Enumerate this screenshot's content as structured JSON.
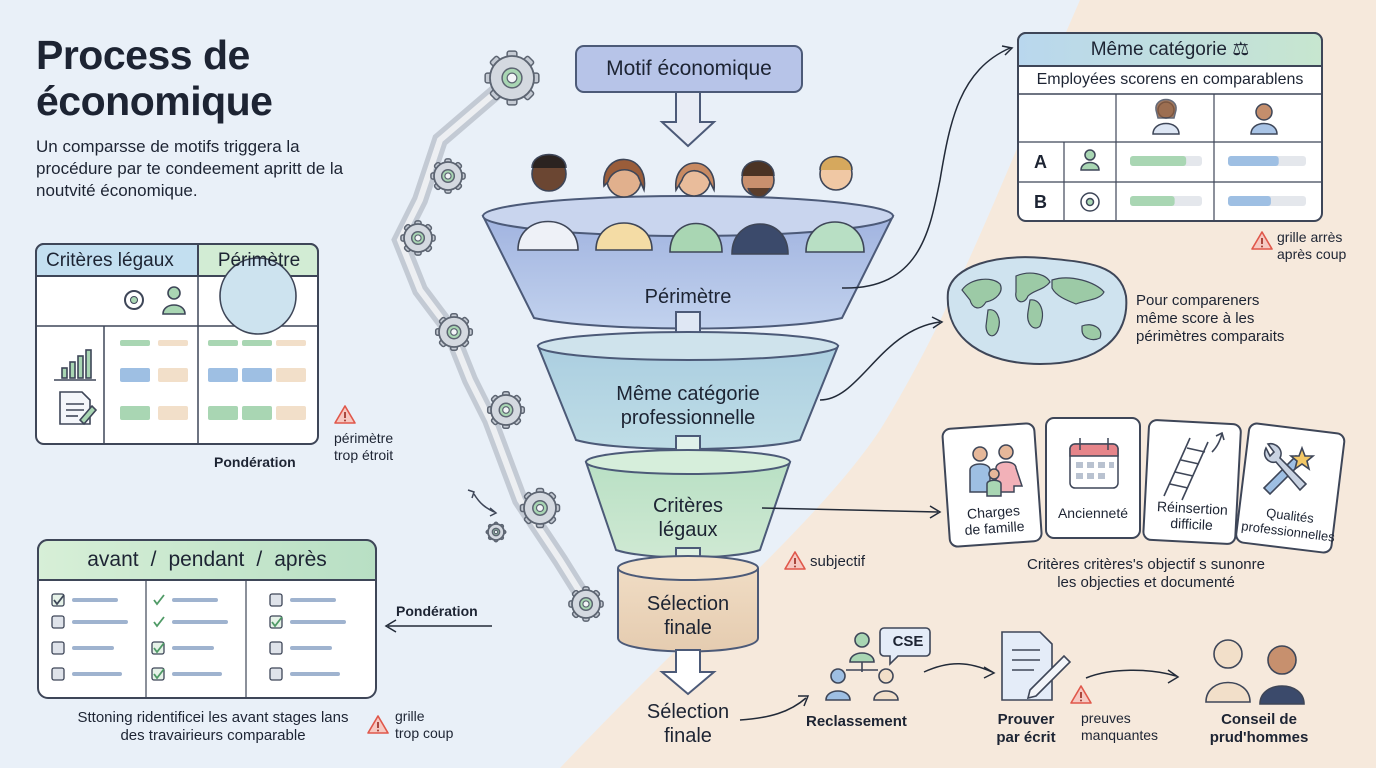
{
  "title": "Process de\néconomique",
  "subtitle": "Un comparsse de motifs triggera la procédure par te condeement apritt de la noutvité économique.",
  "funnel": {
    "top_box": "Motif économique",
    "stages": [
      "Périmètre",
      "Même catégorie\nprofessionnelle",
      "Critères\nlégaux",
      "Sélection\nfinale"
    ],
    "bottom": "Sélection\nfinale"
  },
  "left_card": {
    "col1": "Critères légaux",
    "col2": "Périmètre",
    "footer": "Pondération",
    "warning": "périmètre\ntrop étroit"
  },
  "timeline_card": {
    "headers": [
      "avant",
      "/",
      "pendant",
      "/",
      "après"
    ],
    "arrow_label": "Pondération",
    "caption": "Sttoning ridentificei les avant stages lans\ndes travairieurs comparable",
    "warning": "grille\ntrop coup"
  },
  "compare_card": {
    "title": "Même catégorie",
    "subtitle": "Employées scorens en comparablens",
    "rows": [
      "A",
      "B"
    ],
    "warning": "grille arrès\naprès coup",
    "bars": [
      {
        "row": "A",
        "green": 0.78,
        "blue": 0.65
      },
      {
        "row": "B",
        "green": 0.62,
        "blue": 0.55
      }
    ]
  },
  "map_note": "Pour compareners\nmême score à les\npérimètres comparaits",
  "criteria": {
    "cards": [
      "Charges\nde famille",
      "Ancienneté",
      "Réinsertion\ndifficile",
      "Qualités\nprofessionnelles"
    ],
    "caption": "Critères critères's objectif s sunonre\nles objecties et documenté",
    "warning": "subjectif"
  },
  "bottom_flow": {
    "reclassement": "Reclassement",
    "cse": "CSE",
    "prouver": "Prouver\npar écrit",
    "warning": "preuves\nmanquantes",
    "conseil": "Conseil de\nprud'hommes"
  },
  "colors": {
    "bg_left": "#e9f0f8",
    "bg_right": "#f6e9dc",
    "funnel_blue": "#9fb3dc",
    "funnel_teal": "#a7cfd9",
    "funnel_green": "#b4dcc0",
    "cylinder": "#ecd6bd",
    "green_bar": "#a9d6b3",
    "blue_bar": "#9ebfe3",
    "peach_bar": "#f2dfc9",
    "warn": "#e0574a"
  }
}
